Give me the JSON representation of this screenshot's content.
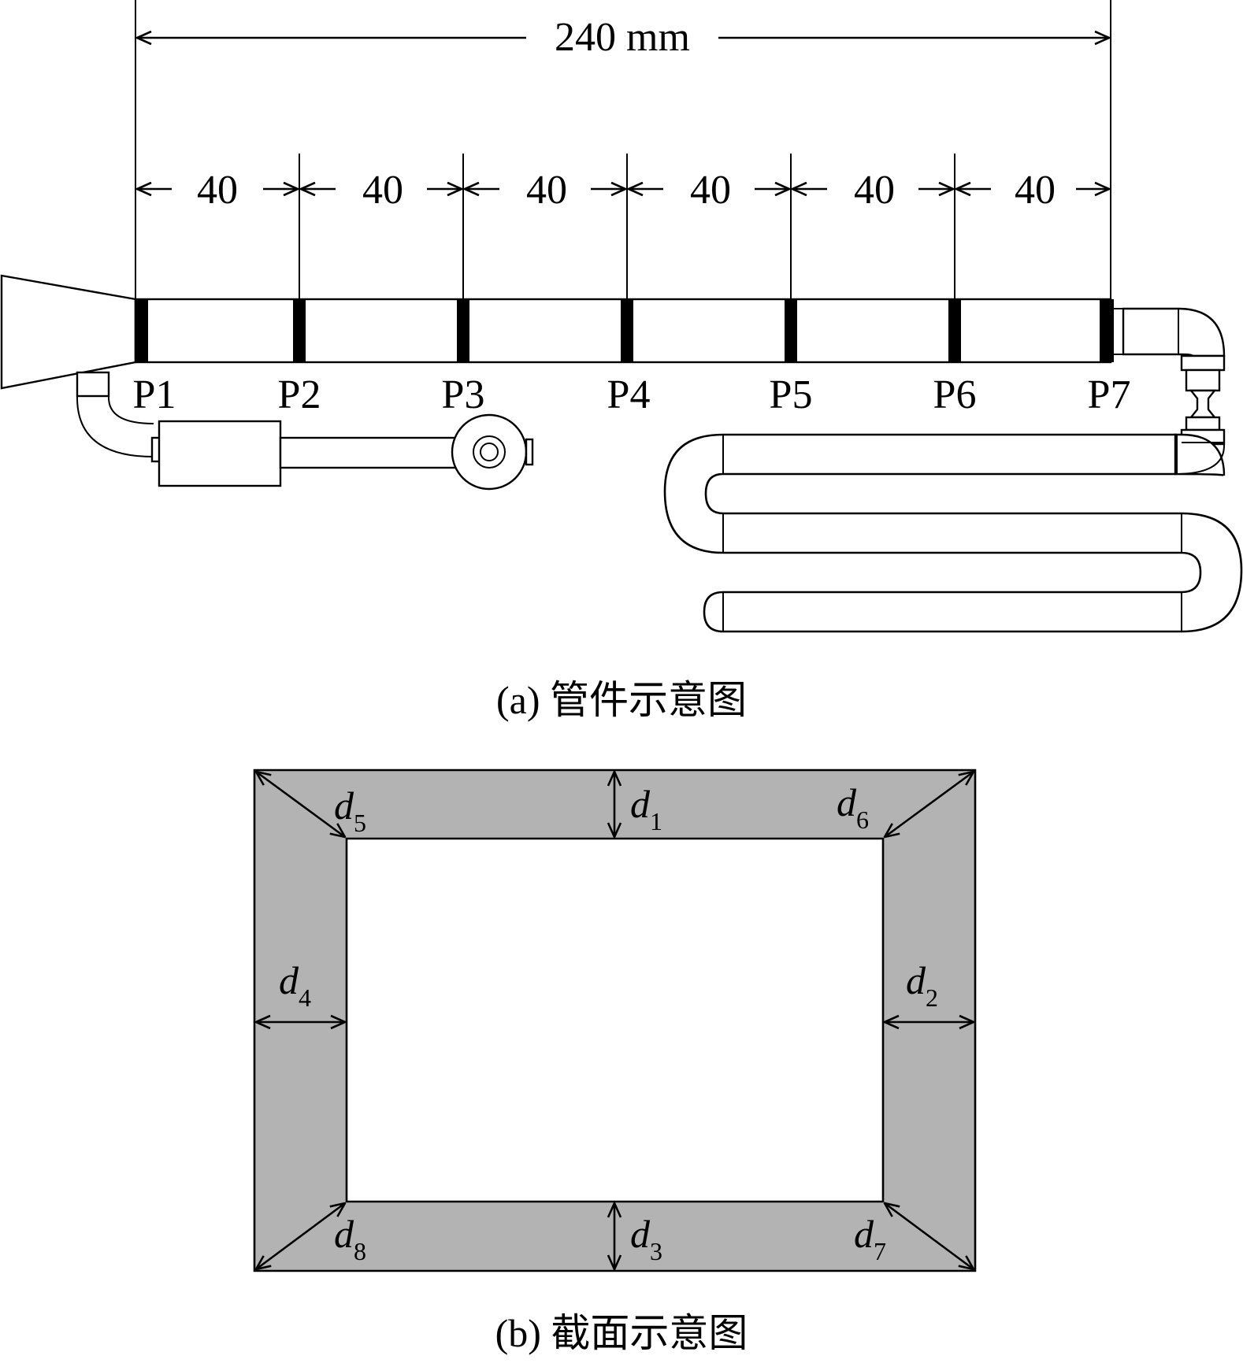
{
  "diagram_a": {
    "total_dimension": "240 mm",
    "segment_dimensions": [
      "40",
      "40",
      "40",
      "40",
      "40",
      "40"
    ],
    "point_labels": [
      "P1",
      "P2",
      "P3",
      "P4",
      "P5",
      "P6",
      "P7"
    ],
    "caption": "(a) 管件示意图"
  },
  "diagram_b": {
    "labels": [
      {
        "main": "d",
        "sub": "1"
      },
      {
        "main": "d",
        "sub": "2"
      },
      {
        "main": "d",
        "sub": "3"
      },
      {
        "main": "d",
        "sub": "4"
      },
      {
        "main": "d",
        "sub": "5"
      },
      {
        "main": "d",
        "sub": "6"
      },
      {
        "main": "d",
        "sub": "7"
      },
      {
        "main": "d",
        "sub": "8"
      }
    ],
    "wall_color": "#b3b3b3",
    "caption": "(b) 截面示意图"
  }
}
